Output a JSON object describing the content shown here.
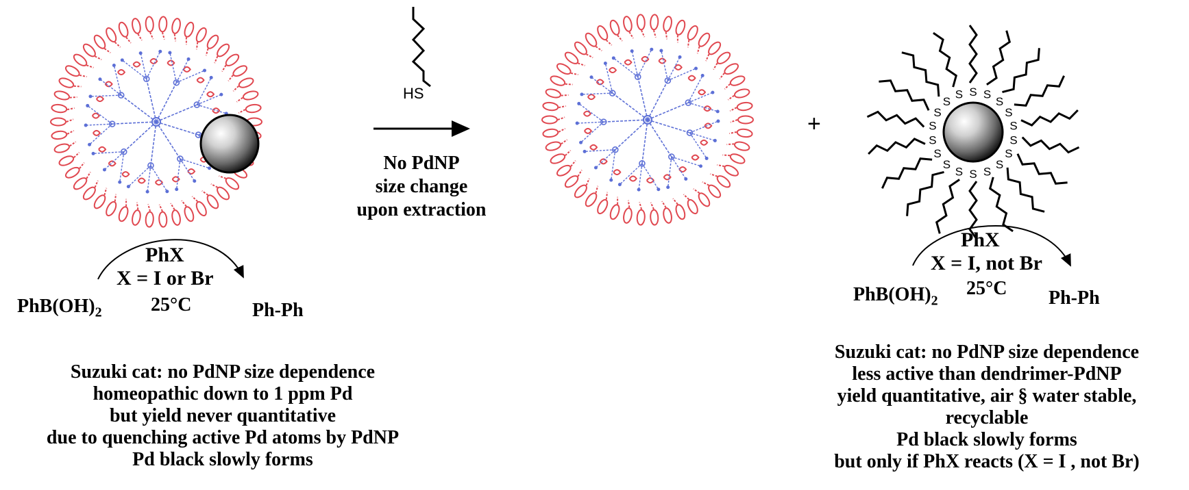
{
  "colors": {
    "dendrimer_periphery": "#e0474f",
    "dendrimer_core": "#5c6fd6",
    "nanoparticle": "#7a7a7a",
    "ink": "#000000"
  },
  "reagent": {
    "thiol_label": "HS"
  },
  "arrow": {
    "lines": [
      "No PdNP",
      "size change",
      "upon extraction"
    ]
  },
  "plus_sign": "+",
  "left_cycle": {
    "reactant_top": "PhX",
    "condition_x": "X = I or Br",
    "boronic_main": "PhB(OH)",
    "boronic_sub": "2",
    "temperature": "25°C",
    "product": "Ph-Ph"
  },
  "right_cycle": {
    "reactant_top": "PhX",
    "condition_x": "X = I, not Br",
    "boronic_main": "PhB(OH)",
    "boronic_sub": "2",
    "temperature": "25°C",
    "product": "Ph-Ph"
  },
  "thiolate_label": "S",
  "left_notes": [
    "Suzuki cat: no PdNP size dependence",
    "homeopathic down to 1 ppm Pd",
    "but yield never quantitative",
    "due to quenching active Pd atoms by PdNP",
    "Pd black slowly forms"
  ],
  "right_notes": [
    "Suzuki cat: no PdNP size dependence",
    "less active than dendrimer-PdNP",
    "yield  quantitative, air § water stable,",
    "recyclable",
    "Pd black slowly forms",
    "but only if PhX reacts (X = I , not Br)"
  ]
}
